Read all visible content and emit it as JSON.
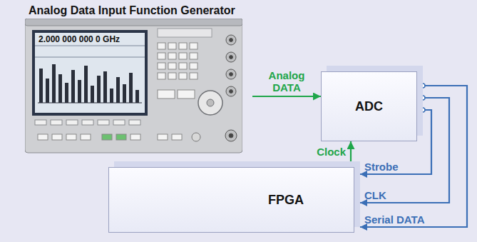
{
  "diagram": {
    "nodes": [
      {
        "text": [
          "Analog Data Input Function Generator",
          "2.000 000 000 0 GHz"
        ]
      },
      {
        "text": [
          "ADC"
        ]
      },
      {
        "text": [
          "FPGA"
        ]
      }
    ],
    "edges": [
      {
        "from": 0,
        "to": 1,
        "arrow": "to",
        "label": "Analog DATA"
      },
      {
        "from": 2,
        "to": 1,
        "arrow": "to",
        "label": "Clock"
      },
      {
        "from": 1,
        "to": 2,
        "arrow": "to",
        "label": "Strobe"
      },
      {
        "from": 1,
        "to": 2,
        "arrow": "to",
        "label": "CLK"
      },
      {
        "from": 1,
        "to": 2,
        "arrow": "to",
        "label": "Serial DATA"
      }
    ]
  }
}
